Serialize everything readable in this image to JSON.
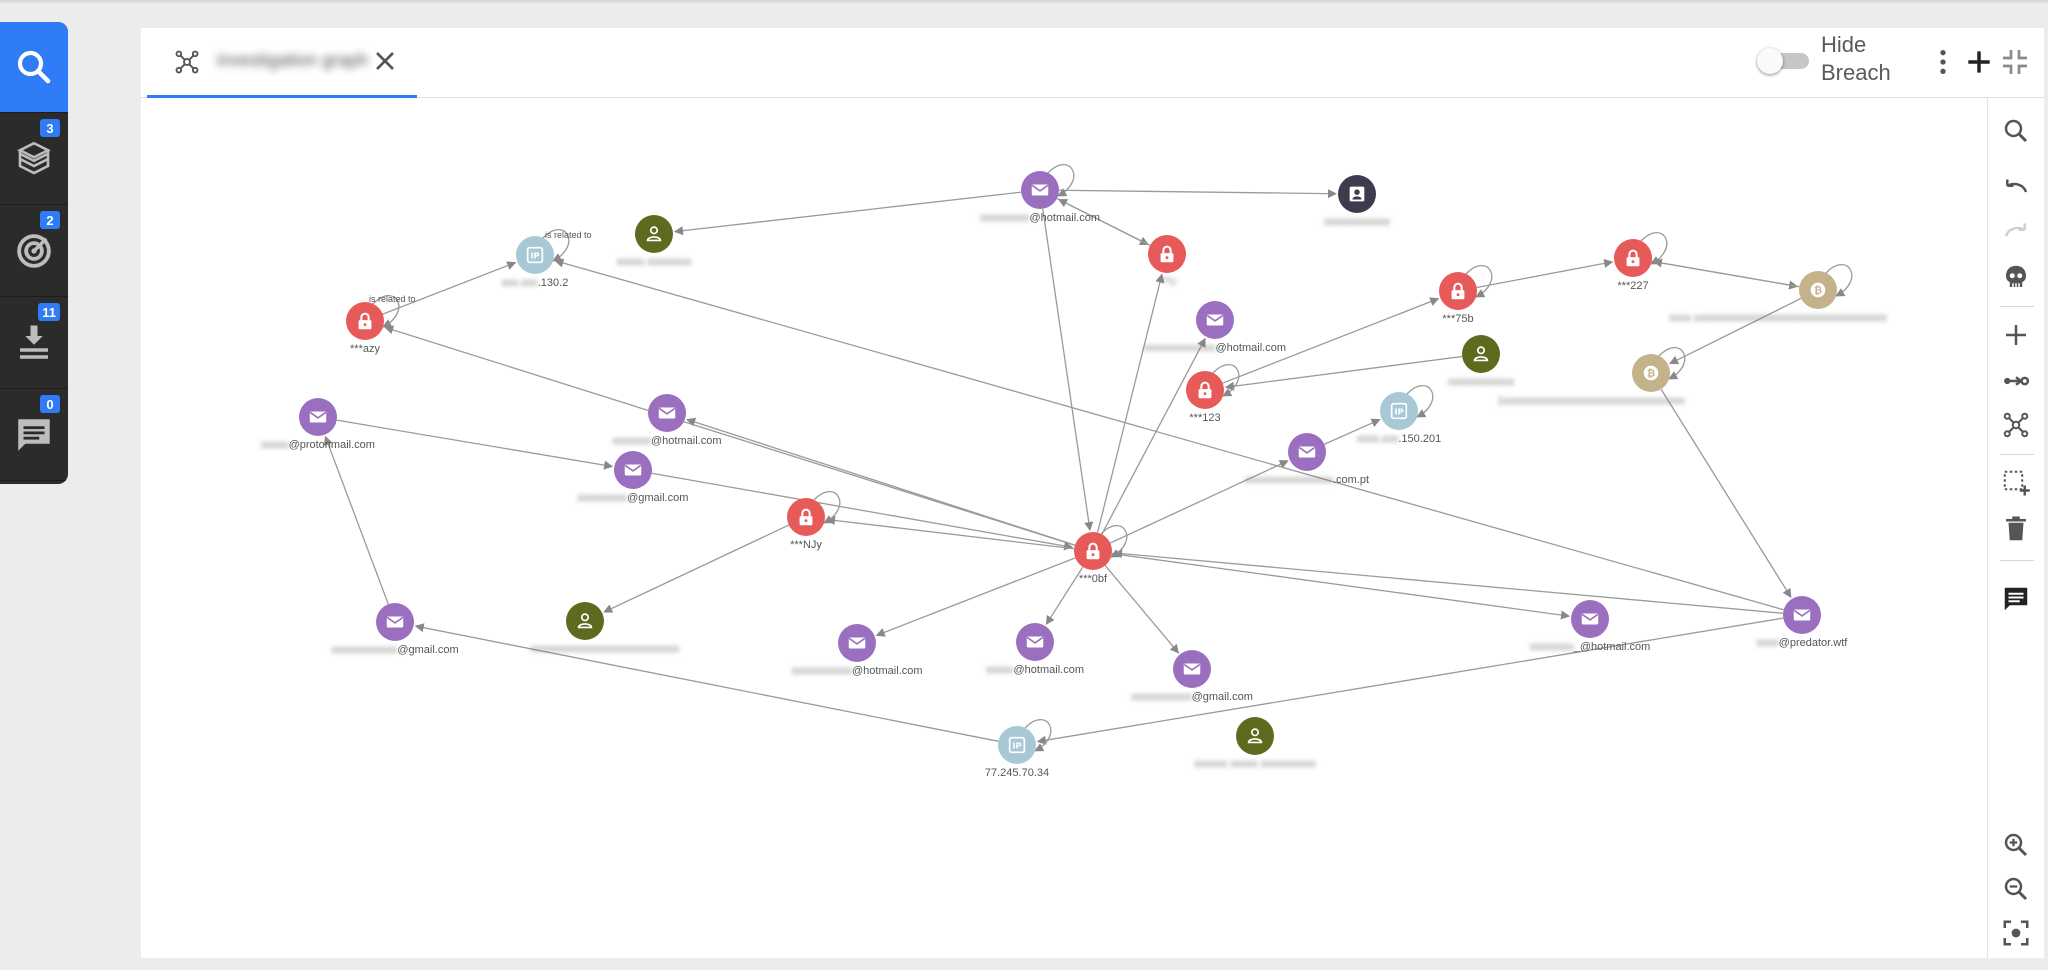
{
  "sidebar": {
    "items": [
      {
        "icon": "search-icon",
        "badge": ""
      },
      {
        "icon": "packages-icon",
        "badge": "3"
      },
      {
        "icon": "radar-icon",
        "badge": "2"
      },
      {
        "icon": "download-list-icon",
        "badge": "11"
      },
      {
        "icon": "comment-icon",
        "badge": "0"
      }
    ]
  },
  "tab": {
    "label": "investigation graph",
    "icon": "graph-icon"
  },
  "toolbar": {
    "toggle_label": "Hide Breach",
    "toggle_on": false
  },
  "tools": [
    "search-icon",
    "undo-icon",
    "redo-icon",
    "skull-icon",
    "add-icon",
    "link-icon",
    "graph-layout-icon",
    "select-add-icon",
    "delete-icon",
    "comment-icon",
    "zoom-in-icon",
    "zoom-out-icon",
    "fit-screen-icon"
  ],
  "colors": {
    "accent": "#2f7cf6",
    "email": "#9a6fbf",
    "password": "#e75a5a",
    "person": "#5c6b1e",
    "ip": "#a9c8d6",
    "bitcoin": "#c3b28a",
    "contact": "#3d3b4e"
  },
  "edge_labels": [
    "is related to",
    "is related to"
  ],
  "nodes": [
    {
      "id": "hub",
      "type": "password",
      "label": "***0bf"
    },
    {
      "id": "hotmail_top",
      "type": "email",
      "label": "@hotmail.com",
      "prefix": "xxxxxxxxx"
    },
    {
      "id": "contact",
      "type": "contact",
      "label": "",
      "prefix": "xxxxxxxxxxxx"
    },
    {
      "id": "person_top",
      "type": "person",
      "label": "",
      "prefix": "xxxxx xxxxxxxx"
    },
    {
      "id": "pw_top",
      "type": "password",
      "label": "",
      "prefix": "***c"
    },
    {
      "id": "ip1",
      "type": "ip",
      "label": ".130.2",
      "prefix": "xxx.xxx"
    },
    {
      "id": "azy",
      "type": "password",
      "label": "***azy"
    },
    {
      "id": "pw75b",
      "type": "password",
      "label": "***75b"
    },
    {
      "id": "pw227",
      "type": "password",
      "label": "***227"
    },
    {
      "id": "btc1",
      "type": "bitcoin",
      "label": "",
      "prefix": "xxxx xxxxxxxxxxxxxxxxxxxxxxxxxxxxxxxxxxx"
    },
    {
      "id": "btc2",
      "type": "bitcoin",
      "label": "",
      "prefix": "1xxxxxxxxxxxxxxxxxxxxxxxxxxxxxxxxx"
    },
    {
      "id": "hotmail2",
      "type": "email",
      "label": "@hotmail.com",
      "prefix": "xxxxxxxxxxxxx"
    },
    {
      "id": "person_r",
      "type": "person",
      "label": "",
      "prefix": "xxxxxxxxxxxx"
    },
    {
      "id": "pw123",
      "type": "password",
      "label": "***123"
    },
    {
      "id": "ip2",
      "type": "ip",
      "label": ".150.201",
      "prefix": "xxxx.xxx"
    },
    {
      "id": "compt",
      "type": "email",
      "label": ".com.pt",
      "prefix": "xxxxxxxxxxxxxxxx"
    },
    {
      "id": "protonmail",
      "type": "email",
      "label": "@protonmail.com",
      "prefix": "xxxxx"
    },
    {
      "id": "hotmail3",
      "type": "email",
      "label": "@hotmail.com",
      "prefix": "xxxxxxx"
    },
    {
      "id": "gmail1",
      "type": "email",
      "label": "@gmail.com",
      "prefix": "xxxxxxxxx"
    },
    {
      "id": "njy",
      "type": "password",
      "label": "***NJy"
    },
    {
      "id": "gmail2",
      "type": "email",
      "label": "@gmail.com",
      "prefix": "xxxxxxxxxxxx"
    },
    {
      "id": "person_m",
      "type": "person",
      "label": "",
      "prefix": "xxxxxxxxxxxxxxxxxxxxxxxxxxx"
    },
    {
      "id": "hotmail4",
      "type": "email",
      "label": "@hotmail.com",
      "prefix": "xxxxxxxxxxx"
    },
    {
      "id": "hotmail5",
      "type": "email",
      "label": "@hotmail.com",
      "prefix": "xxxxx"
    },
    {
      "id": "gmail3",
      "type": "email",
      "label": "@gmail.com",
      "prefix": "xxxxxxxxxxx"
    },
    {
      "id": "hotmail6",
      "type": "email",
      "label": "_@hotmail.com",
      "prefix": "xxxxxxxx"
    },
    {
      "id": "predator",
      "type": "email",
      "label": "@predator.wtf",
      "prefix": "xxxx"
    },
    {
      "id": "ip3",
      "type": "ip",
      "label": "77.245.70.34"
    },
    {
      "id": "person_b",
      "type": "person",
      "label": "",
      "prefix": "xxxxxx xxxxx xxxxxxxxxx"
    }
  ]
}
